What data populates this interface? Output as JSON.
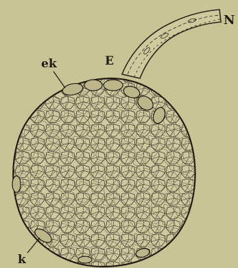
{
  "labels": {
    "nerve": "N",
    "ending": "E",
    "ektoderm_cells": "ek",
    "nuclei": "k"
  },
  "colors": {
    "paper": "#c9c496",
    "ink": "#2a241a",
    "cell_fill": "#cfc9a0"
  }
}
